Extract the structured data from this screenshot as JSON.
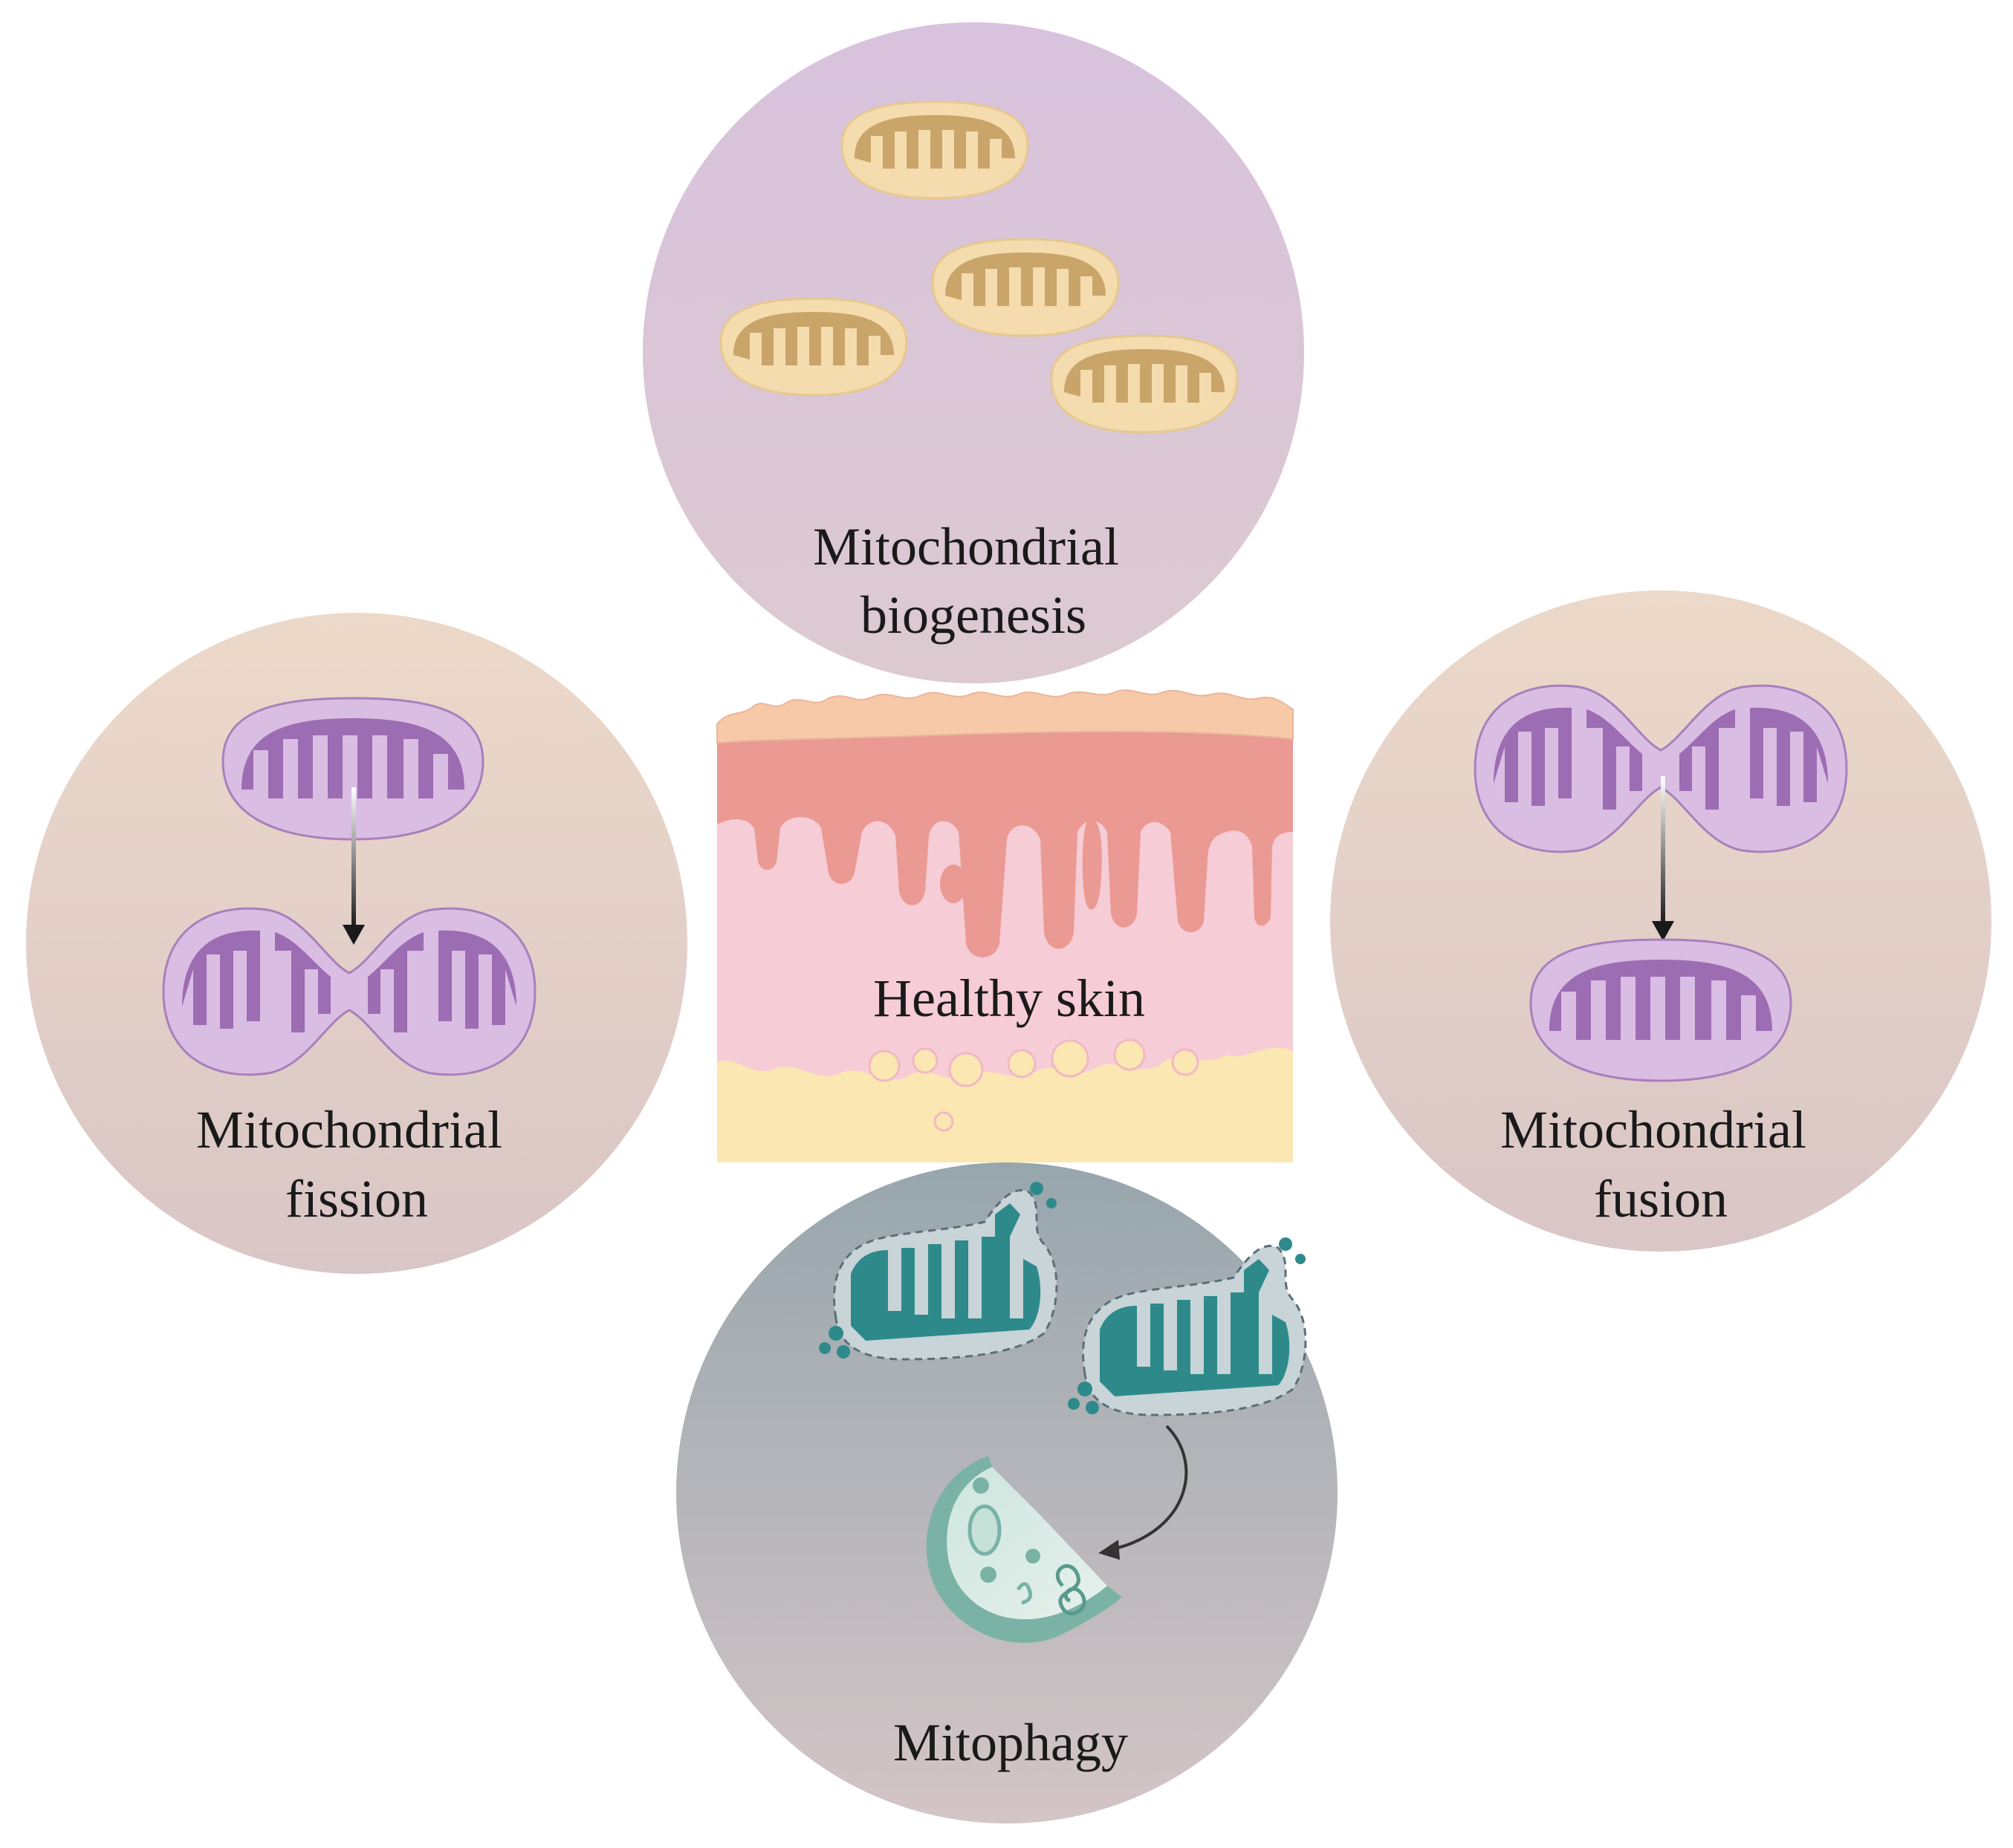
{
  "panels": {
    "biogenesis": {
      "line1": "Mitochondrial",
      "line2": "biogenesis"
    },
    "fission": {
      "line1": "Mitochondrial",
      "line2": "fission"
    },
    "fusion": {
      "line1": "Mitochondrial",
      "line2": "fusion"
    },
    "mitophagy": {
      "label": "Mitophagy"
    },
    "center": {
      "label": "Healthy skin"
    }
  },
  "colors": {
    "biogenesis_bg_top": "#d9c4de",
    "biogenesis_bg_bottom": "#dccbd2",
    "fission_bg_top": "#ecd8c9",
    "fission_bg_bottom": "#d9c6c6",
    "mitophagy_bg_top": "#98a6ad",
    "mitophagy_bg_bottom": "#d3c4c6",
    "mito_yellow": "#f4dcae",
    "mito_yellow_crista": "#c8a46a",
    "mito_purple": "#c9a7d8",
    "mito_purple_crista": "#9a6bb1",
    "mito_teal": "#2e8a8a",
    "skin_top": "#f6c6a6",
    "skin_epidermis": "#eb9993",
    "skin_dermis": "#f6ccd6",
    "skin_fat": "#fbe7b2"
  },
  "icons": [
    "mitochondrion-icon",
    "arrow-down-icon",
    "lysosome-icon",
    "curved-arrow-icon"
  ]
}
